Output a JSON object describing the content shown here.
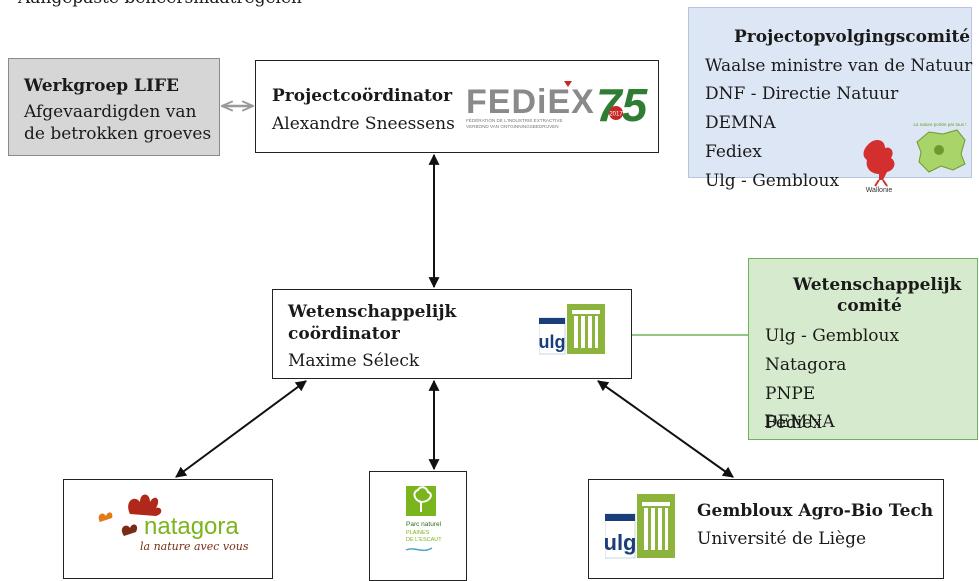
{
  "top_text": "Aangepaste beheersmaatregelen",
  "werkgroep": {
    "title": "Werkgroep LIFE",
    "line1": "Afgevaardigden van",
    "line2": "de betrokken groeves"
  },
  "coordinator": {
    "title": "Projectcoördinator",
    "name": "Alexandre Sneessens",
    "logo_text": "FEDiEX",
    "logo_number": "75",
    "logo_year": "2017",
    "logo_sub1": "FÉDÉRATION DE L'INDUSTRIE EXTRACTIVE",
    "logo_sub2": "VERBOND VAN ONTGINNINGSBEDRIJVEN"
  },
  "povc": {
    "title": "Projectopvolgingscomité",
    "items": [
      "Waalse ministre van de Natuur",
      "DNF - Directie Natuur",
      "DEMNA",
      "Fediex",
      "Ulg - Gembloux"
    ],
    "wallonie_label": "Wallonie",
    "natura_text": "La nature portée par tous !"
  },
  "wc": {
    "title1": "Wetenschappelijk",
    "title2": "coördinator",
    "name": "Maxime Séleck",
    "logo_text": "ulg"
  },
  "wcom": {
    "title1": "Wetenschappelijk",
    "title2": "comité",
    "items": [
      "Ulg - Gembloux",
      "Natagora",
      "PNPE",
      "Fediex",
      "DEMNA"
    ]
  },
  "natagora": {
    "name": "natagora",
    "tagline": "la nature avec vous"
  },
  "parc": {
    "line1": "Parc naturel",
    "line2": "PLAINES",
    "line3": "DE L'ESCAUT"
  },
  "gembloux": {
    "title": "Gembloux Agro-Bio Tech",
    "subtitle": "Université de Liège",
    "logo_text": "ulg"
  },
  "colors": {
    "werkgroep_fill": "#d6d6d6",
    "povc_fill": "#dde6f4",
    "wcom_fill": "#d6ebcd",
    "wcom_border": "#6db35a",
    "ulg_green": "#8cb43c",
    "ulg_blue": "#1a3e7a",
    "fediex_grey": "#8a8a8a",
    "fediex_green": "#2e7d32",
    "fediex_red": "#c62828",
    "natagora_green": "#7ab51d",
    "natagora_orange": "#e07b1a",
    "natagora_red": "#b0281a"
  }
}
